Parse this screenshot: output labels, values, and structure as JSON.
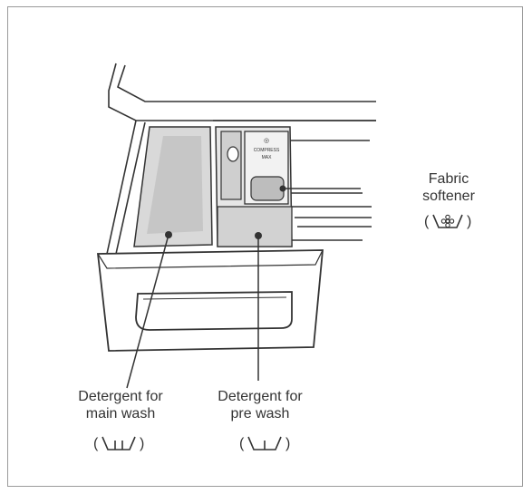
{
  "labels": {
    "fabric_softener": [
      "Fabric",
      "softener"
    ],
    "main_wash": [
      "Detergent for",
      "main wash"
    ],
    "pre_wash": [
      "Detergent for",
      "pre wash"
    ]
  },
  "symbols": {
    "fabric_softener": "flower-in-tub-symbol",
    "main_wash": "tub-with-two-bars-symbol",
    "pre_wash": "tub-with-one-bar-symbol"
  },
  "compartment_text": {
    "line1": "◎",
    "line2": "COMPRESS",
    "line3": "MAX"
  },
  "colors": {
    "line": "#333333",
    "frame": "#9a9a9a",
    "compartment": "#d9d9d9",
    "compartment_dark": "#b8b8b8"
  }
}
